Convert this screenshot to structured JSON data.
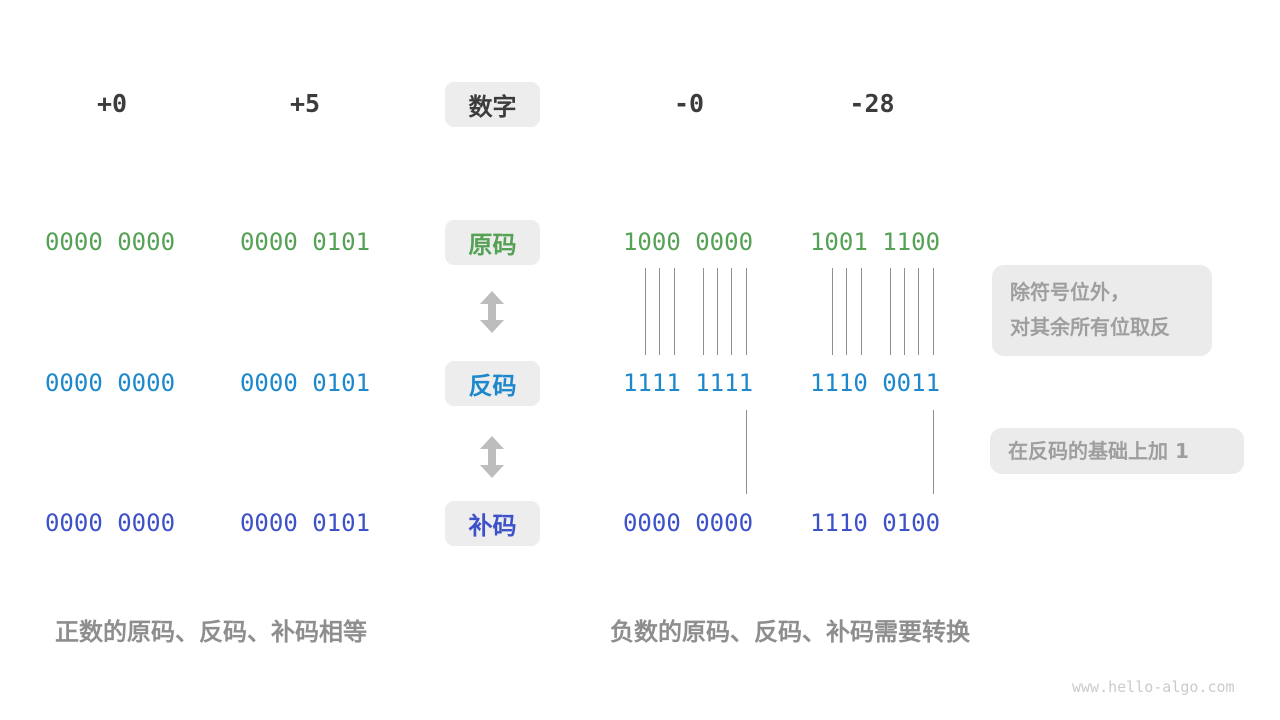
{
  "header": {
    "numbers": [
      "+0",
      "+5",
      "-0",
      "-28"
    ],
    "label": "数字"
  },
  "rows": [
    {
      "label": "原码",
      "color": "green",
      "values": [
        "0000 0000",
        "0000 0101",
        "1000 0000",
        "1001 1100"
      ]
    },
    {
      "label": "反码",
      "color": "blue",
      "values": [
        "0000 0000",
        "0000 0101",
        "1111 1111",
        "1110 0011"
      ]
    },
    {
      "label": "补码",
      "color": "indigo",
      "values": [
        "0000 0000",
        "0000 0101",
        "0000 0000",
        "1110 0100"
      ]
    }
  ],
  "notes": {
    "invert_line1": "除符号位外，",
    "invert_line2": "对其余所有位取反",
    "add_one": "在反码的基础上加 1"
  },
  "captions": {
    "positive": "正数的原码、反码、补码相等",
    "negative": "负数的原码、反码、补码需要转换"
  },
  "watermark": "www.hello-algo.com",
  "colors": {
    "green": "#55a155",
    "blue": "#1e88cc",
    "indigo": "#3d51c9",
    "dark": "#3c3c3c",
    "note_gray": "#9e9e9e",
    "caption_gray": "#8e8e8e",
    "line_gray": "#8f8f8f",
    "arrow_gray": "#bdbdbd",
    "box_bg": "#ededed"
  }
}
